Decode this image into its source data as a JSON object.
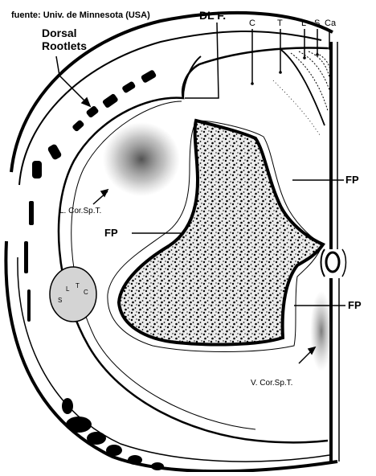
{
  "source": "fuente: Univ. de Minnesota (USA)",
  "labels": {
    "dorsal_line1": "Dorsal",
    "dorsal_line2": "Rootlets",
    "dlf": "DL F.",
    "tract_c": "C",
    "tract_t": "T",
    "tract_l": "L",
    "tract_s": "S",
    "tract_ca": "Ca",
    "fp_right_upper": "FP",
    "fp_left": "FP",
    "fp_right_lower": "FP",
    "l_cor_sp_t": "L. Cor.Sp.T.",
    "v_cor_sp_t": "V. Cor.Sp.T.",
    "inset_s": "S",
    "inset_l": "L",
    "inset_t": "T",
    "inset_c": "C"
  },
  "colors": {
    "ink": "#000000",
    "paper": "#ffffff",
    "grey_matter_fill": "#e8e8e8",
    "stipple": "#555555",
    "inset_fill": "#d4d4d4"
  }
}
